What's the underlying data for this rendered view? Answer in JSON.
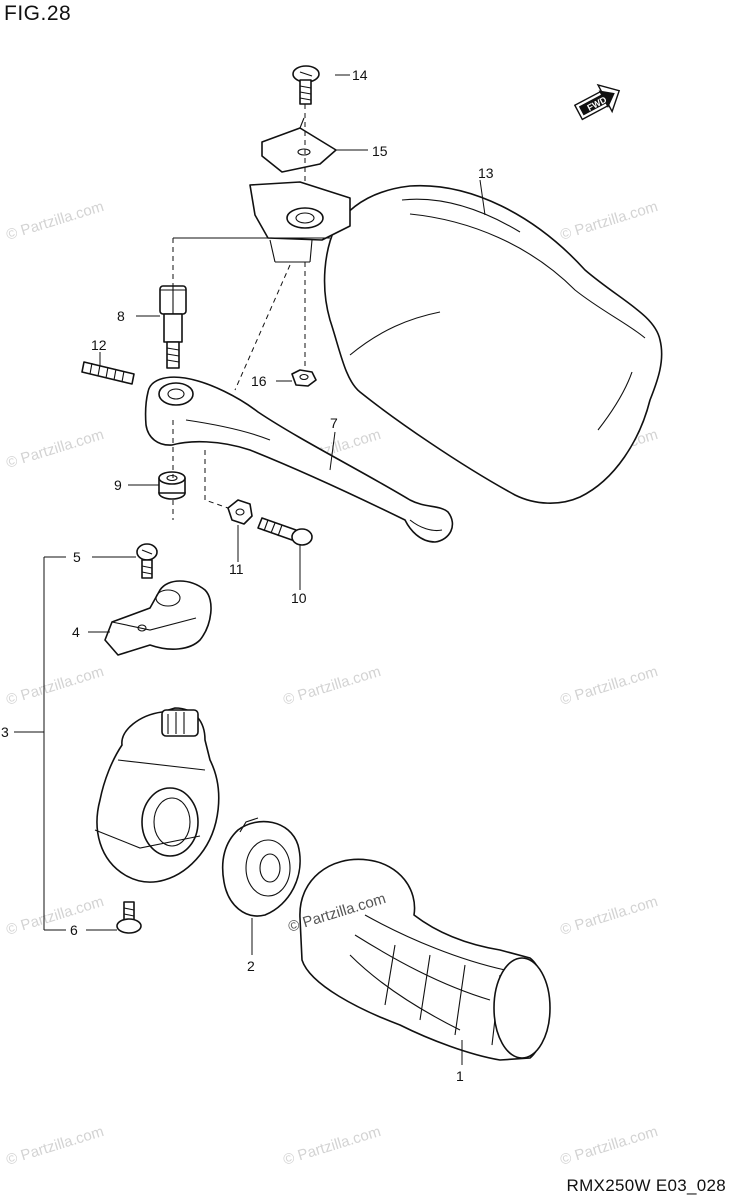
{
  "header": {
    "figure_label": "FIG.28"
  },
  "footer": {
    "model_code": "RMX250W E03_028"
  },
  "fwd_badge": {
    "label": "FWD"
  },
  "watermark": {
    "text": "© Partzilla.com"
  },
  "callouts": {
    "c1": "1",
    "c2": "2",
    "c3": "3",
    "c4": "4",
    "c5": "5",
    "c6": "6",
    "c7": "7",
    "c8": "8",
    "c9": "9",
    "c10": "10",
    "c11": "11",
    "c12": "12",
    "c13": "13",
    "c14": "14",
    "c15": "15",
    "c16": "16"
  }
}
